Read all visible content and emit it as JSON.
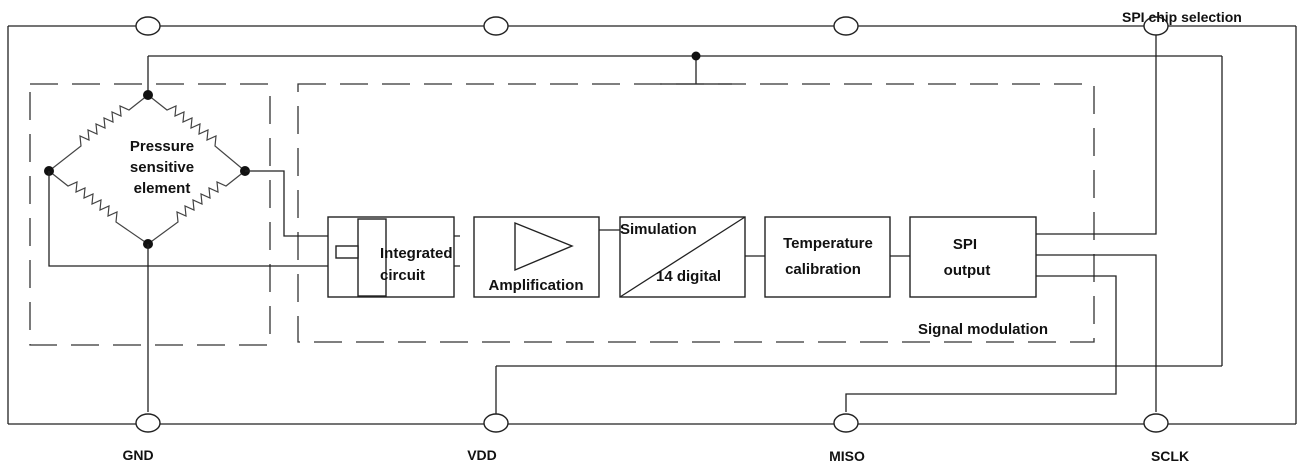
{
  "diagram": {
    "bridge_label": [
      "Pressure",
      "sensitive",
      "element"
    ],
    "blocks": {
      "integrated_circuit": [
        "Integrated",
        "circuit"
      ],
      "amplification": "Amplification",
      "adc_top": "Simulation",
      "adc_bottom": "14 digital",
      "temperature": [
        "Temperature",
        "calibration"
      ],
      "spi_output": [
        "SPI",
        "output"
      ]
    },
    "group_label": "Signal modulation",
    "pins": {
      "gnd": "GND",
      "vdd": "VDD",
      "miso": "MISO",
      "sclk": "SCLK",
      "cs": "SPI chip selection"
    }
  }
}
